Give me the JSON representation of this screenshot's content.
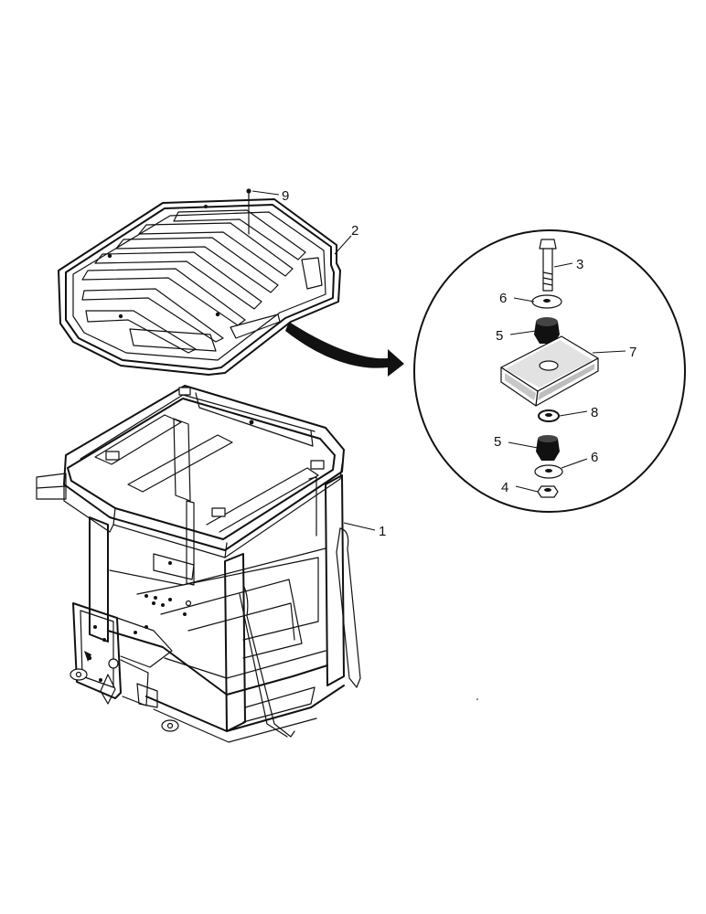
{
  "callouts": [
    {
      "id": "9",
      "label": "9"
    },
    {
      "id": "2",
      "label": "2"
    },
    {
      "id": "3",
      "label": "3"
    },
    {
      "id": "6a",
      "label": "6"
    },
    {
      "id": "5a",
      "label": "5"
    },
    {
      "id": "7",
      "label": "7"
    },
    {
      "id": "8",
      "label": "8"
    },
    {
      "id": "5b",
      "label": "5"
    },
    {
      "id": "6b",
      "label": "6"
    },
    {
      "id": "4",
      "label": "4"
    },
    {
      "id": "1",
      "label": "1"
    }
  ]
}
